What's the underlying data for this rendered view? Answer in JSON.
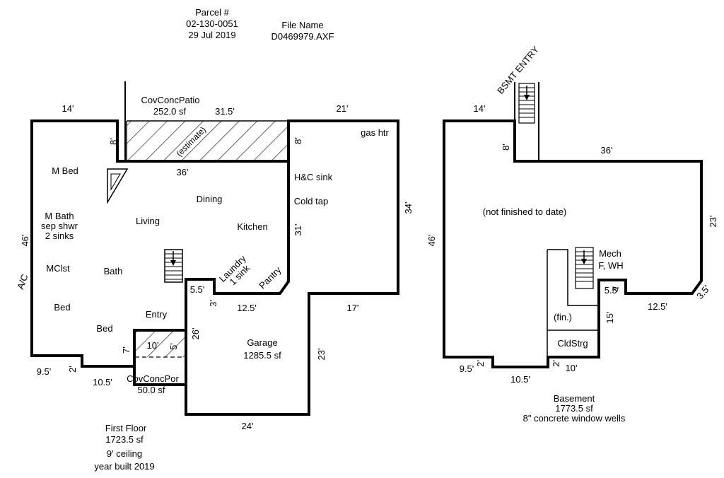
{
  "header": {
    "parcel_label": "Parcel #",
    "parcel_number": "02-130-0051",
    "date": "29 Jul 2019",
    "file_label": "File Name",
    "file_name": "D0469979.AXF"
  },
  "first_floor": {
    "title": "First Floor",
    "area": "1723.5 sf",
    "ceiling": "9' ceiling",
    "year_built": "year built 2019",
    "rooms": {
      "m_bed": "M Bed",
      "m_bath": "M Bath",
      "sep_shwr": "sep shwr",
      "sinks": "2 sinks",
      "mclst": "MClst",
      "bath": "Bath",
      "bed1": "Bed",
      "bed2": "Bed",
      "entry": "Entry",
      "living": "Living",
      "dining": "Dining",
      "kitchen": "Kitchen",
      "laundry": "Laundry",
      "laundry_sink": "1 sink",
      "pantry": "Pantry",
      "hc_sink": "H&C sink",
      "cold_tap": "Cold tap",
      "gas_htr": "gas htr",
      "ac": "A/C",
      "garage": "Garage",
      "garage_area": "1285.5 sf"
    },
    "patio": {
      "name": "CovConcPatio",
      "area": "252.0 sf",
      "note": "(estimate)"
    },
    "porch": {
      "name": "CovConcPor",
      "area": "50.0 sf"
    },
    "dims": {
      "top_left": "14'",
      "patio_len": "31.5'",
      "top_right": "21'",
      "patio_depth_left": "8'",
      "patio_depth_right": "8'",
      "mid": "36'",
      "left": "46'",
      "right": "34'",
      "kitchen_wall": "31'",
      "laundry_step": "5.5'",
      "laundry_jog": "3'",
      "pantry_run": "12.5'",
      "garage_top": "17'",
      "porch_len": "10'",
      "porch_depth": "5'",
      "porch_left": "7'",
      "garage_left": "26'",
      "garage_right": "23'",
      "garage_bottom": "24'",
      "bottom_left": "9.5'",
      "bottom_jog": "2'",
      "bottom_mid": "10.5'"
    }
  },
  "basement": {
    "title": "Basement",
    "area": "1773.5 sf",
    "note": "8\" concrete window wells",
    "entry": "BSMT ENTRY",
    "unfinished": "(not finished to date)",
    "mech": "Mech",
    "fwh": "F, WH",
    "fin": "(fin.)",
    "cldstrg": "CldStrg",
    "dims": {
      "top_left": "14'",
      "step": "8'",
      "top_right": "36'",
      "left": "46'",
      "right": "23'",
      "diag": "3.5'",
      "right_bottom": "12.5'",
      "notch_top": "5.5'",
      "notch_jog": "3'",
      "notch_left": "15'",
      "bottom_right": "10'",
      "bottom_jog2": "2'",
      "bottom_mid": "10.5'",
      "bottom_jog": "2'",
      "bottom_left": "9.5'"
    }
  }
}
